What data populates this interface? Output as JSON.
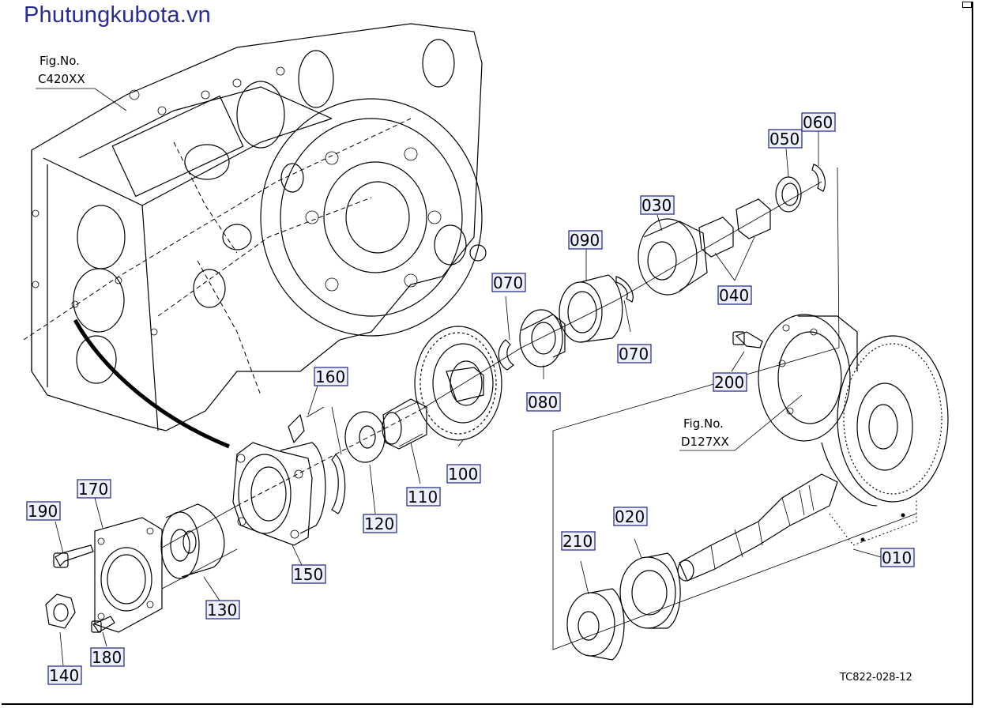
{
  "watermark": "Phutungkubota.vn",
  "figure_refs": [
    {
      "id": "fig-c420",
      "line1": "Fig.No.",
      "line2": "C420XX"
    },
    {
      "id": "fig-d127",
      "line1": "Fig.No.",
      "line2": "D127XX"
    }
  ],
  "drawing_code": "TC822-028-12",
  "parts": {
    "p010": "010",
    "p020": "020",
    "p030": "030",
    "p040": "040",
    "p050": "050",
    "p060": "060",
    "p070a": "070",
    "p070b": "070",
    "p080": "080",
    "p090": "090",
    "p100": "100",
    "p110": "110",
    "p120": "120",
    "p130": "130",
    "p140": "140",
    "p150": "150",
    "p160": "160",
    "p170": "170",
    "p180": "180",
    "p190": "190",
    "p200": "200",
    "p210": "210"
  }
}
